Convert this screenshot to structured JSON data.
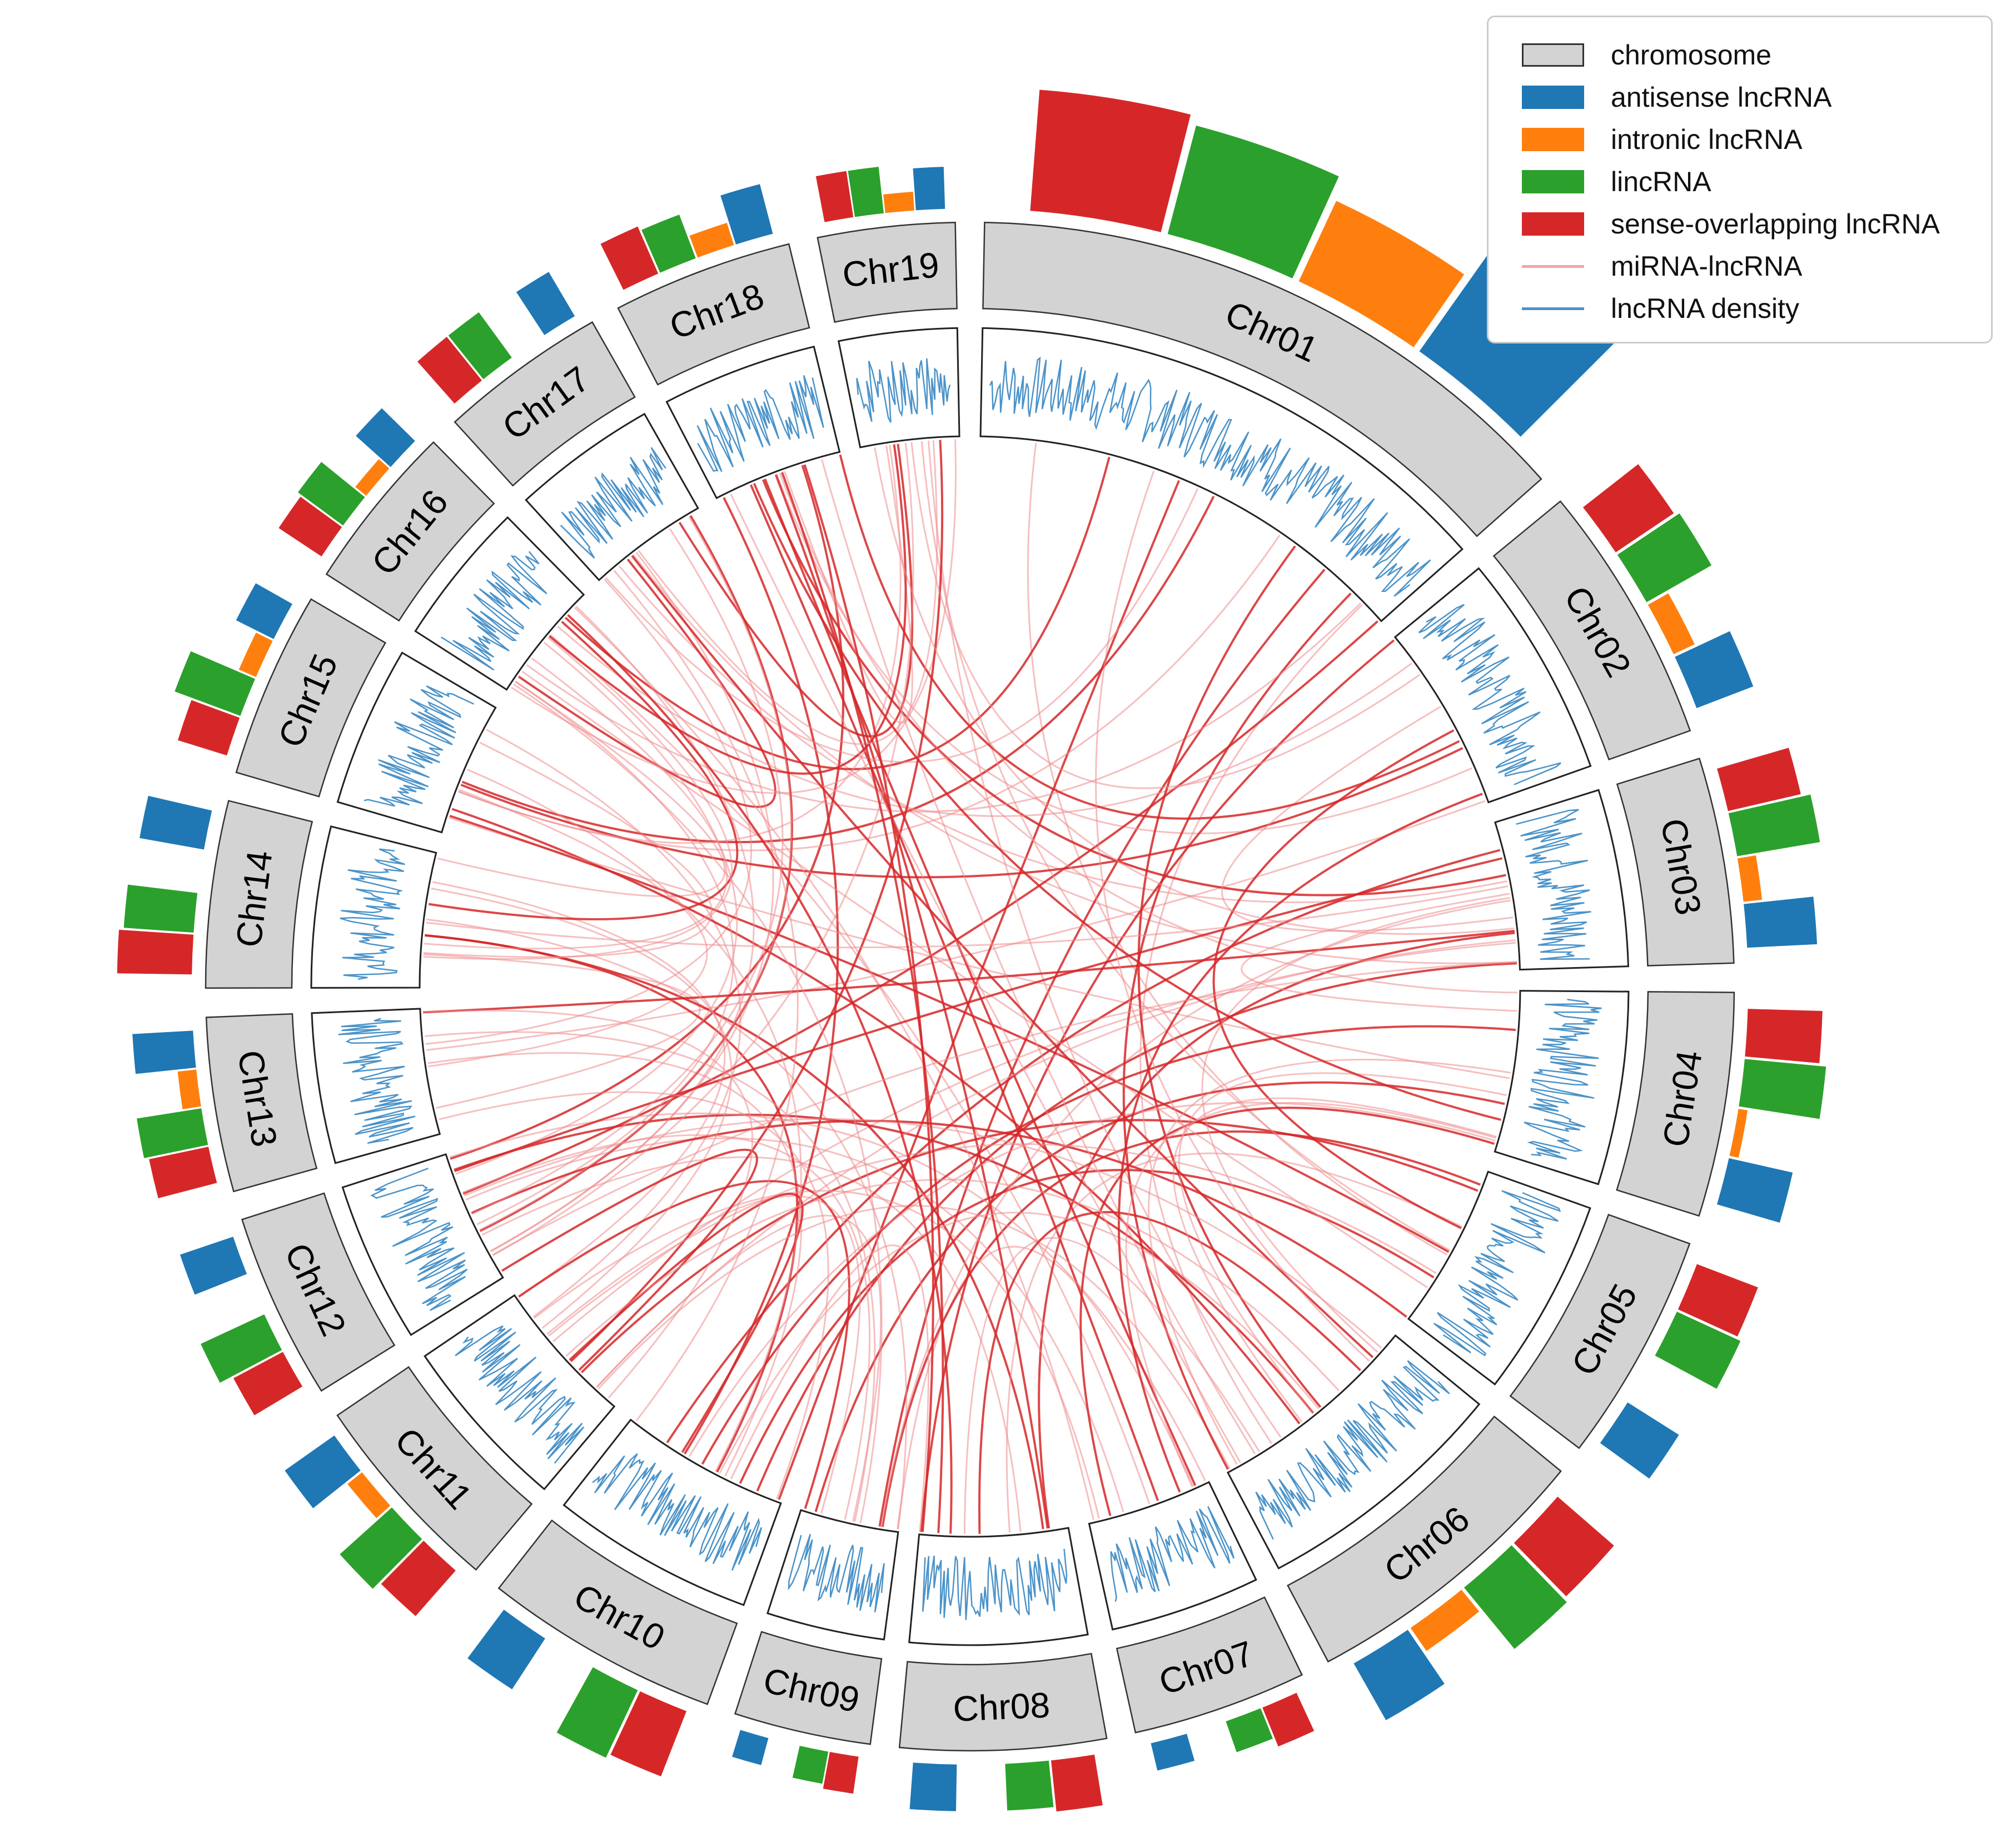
{
  "legend": {
    "items": [
      {
        "label": "chromosome",
        "kind": "box",
        "color": "#d3d3d3",
        "border": "#333333"
      },
      {
        "label": "antisense lncRNA",
        "kind": "box",
        "color": "#1f77b4"
      },
      {
        "label": "intronic lncRNA",
        "kind": "box",
        "color": "#ff7f0e"
      },
      {
        "label": "lincRNA",
        "kind": "box",
        "color": "#2ca02c"
      },
      {
        "label": "sense-overlapping lncRNA",
        "kind": "box",
        "color": "#d62728"
      },
      {
        "label": "miRNA-lncRNA",
        "kind": "line",
        "color": "#f3a5a8"
      },
      {
        "label": "lncRNA density",
        "kind": "line",
        "color": "#4b93c9"
      }
    ]
  },
  "chart_data": {
    "type": "circos",
    "chromosomes": [
      "Chr01",
      "Chr02",
      "Chr03",
      "Chr04",
      "Chr05",
      "Chr06",
      "Chr07",
      "Chr08",
      "Chr09",
      "Chr10",
      "Chr11",
      "Chr12",
      "Chr13",
      "Chr14",
      "Chr15",
      "Chr16",
      "Chr17",
      "Chr18",
      "Chr19"
    ],
    "chromosome_relative_length": [
      1.0,
      0.42,
      0.33,
      0.36,
      0.37,
      0.48,
      0.28,
      0.33,
      0.22,
      0.38,
      0.33,
      0.3,
      0.28,
      0.3,
      0.3,
      0.27,
      0.27,
      0.29,
      0.22
    ],
    "lncRNA_type_counts": {
      "series": [
        {
          "name": "antisense lncRNA",
          "values": [
            65,
            26,
            30,
            28,
            26,
            28,
            12,
            20,
            12,
            26,
            26,
            24,
            26,
            28,
            18,
            20,
            22,
            22,
            18
          ]
        },
        {
          "name": "intronic lncRNA",
          "values": [
            38,
            10,
            8,
            4,
            0,
            12,
            0,
            0,
            0,
            0,
            8,
            0,
            8,
            0,
            8,
            6,
            0,
            10,
            8
          ]
        },
        {
          "name": "lincRNA",
          "values": [
            48,
            32,
            36,
            35,
            30,
            34,
            14,
            20,
            14,
            32,
            30,
            30,
            28,
            30,
            30,
            24,
            24,
            20,
            20
          ]
        },
        {
          "name": "sense-overlapping lncRNA",
          "values": [
            52,
            30,
            32,
            32,
            28,
            32,
            18,
            22,
            16,
            30,
            26,
            24,
            26,
            32,
            22,
            22,
            24,
            22,
            20
          ]
        }
      ]
    }
  }
}
